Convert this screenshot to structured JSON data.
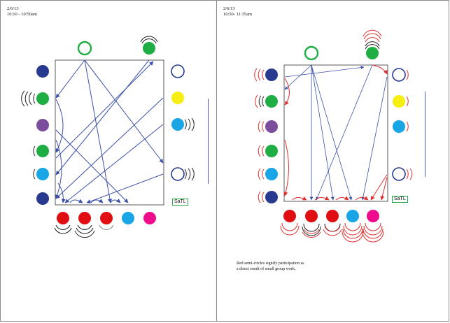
{
  "left_page": {
    "date": "2/6/13",
    "time": "10:10 - 10:50am",
    "teacher_tag": "SaTL",
    "vertical_text": "",
    "colors": {
      "arrow": "#3b4fa8",
      "arc": "#222222"
    },
    "icons": [
      "seat-circle-icon",
      "participation-arc-icon",
      "arrow-icon"
    ]
  },
  "right_page": {
    "date": "2/6/13",
    "time": "10:50- 11:35am",
    "teacher_tag": "SaTL",
    "vertical_text": "",
    "note_line1": "Red semi-circles signify participation as",
    "note_line2": "a direct result of small group work.",
    "colors": {
      "arrow": "#3b4fa8",
      "red_arc": "#e03030",
      "red_arrow": "#e03030",
      "arc": "#222222"
    }
  },
  "seat_colors": {
    "navy": "#283a8f",
    "green": "#1fae44",
    "purple": "#7c4d9c",
    "cyan": "#19a6e6",
    "red": "#e00d12",
    "magenta": "#ee0c8d",
    "yellow": "#f6ee10",
    "white": "#ffffff"
  }
}
